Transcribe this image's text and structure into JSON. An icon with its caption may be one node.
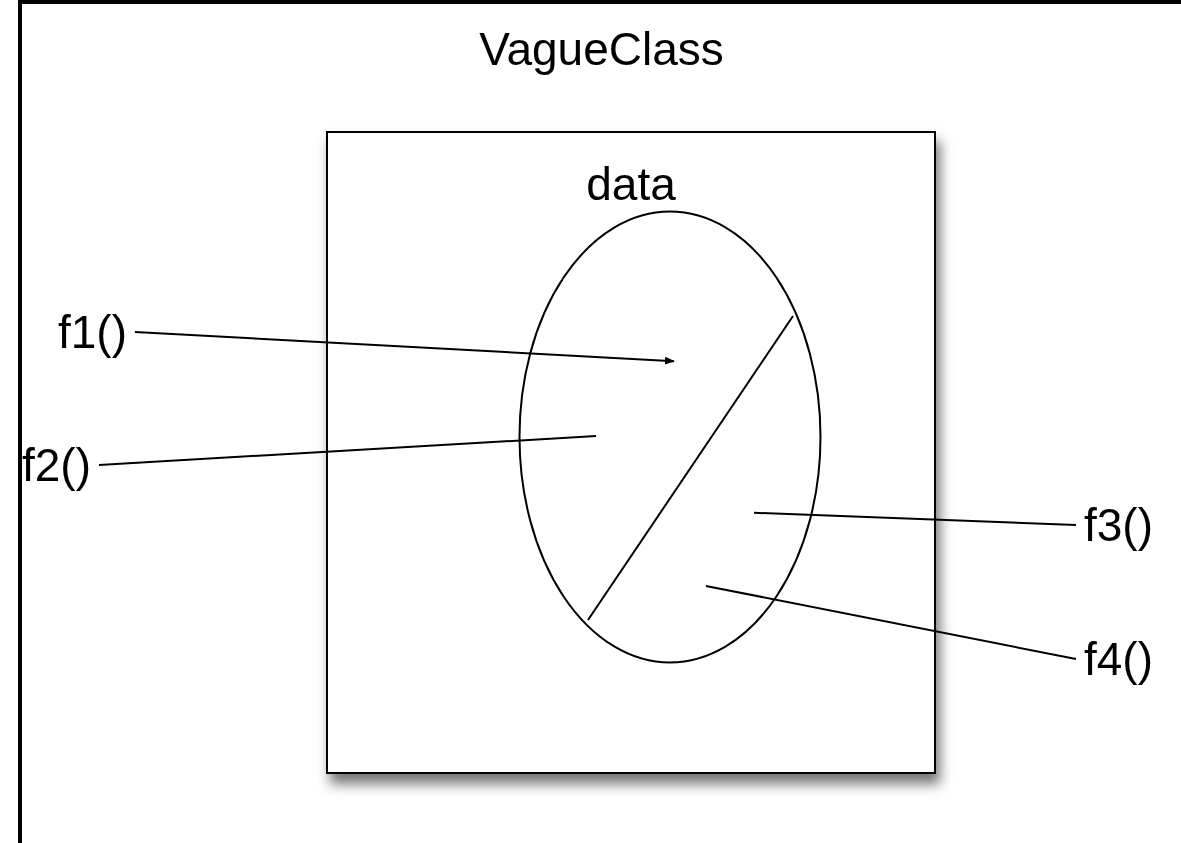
{
  "diagram": {
    "nodes": [
      {
        "text": [
          "VagueClass"
        ]
      },
      {
        "text": [
          "data"
        ],
        "in": 0
      },
      {
        "text": [],
        "shape": "ellipse",
        "in": 1
      },
      {
        "text": [
          "f1()"
        ],
        "in": 0
      },
      {
        "text": [
          "f2()"
        ],
        "in": 0
      },
      {
        "text": [
          "f3()"
        ],
        "in": 0
      },
      {
        "text": [
          "f4()"
        ],
        "in": 0
      }
    ],
    "edges": [
      {
        "from": 3,
        "to": 2,
        "arrow": "to"
      },
      {
        "from": 4,
        "to": 2,
        "arrow": "none"
      },
      {
        "from": 5,
        "to": 2,
        "arrow": "none"
      },
      {
        "from": 6,
        "to": 2,
        "arrow": "none"
      }
    ]
  }
}
